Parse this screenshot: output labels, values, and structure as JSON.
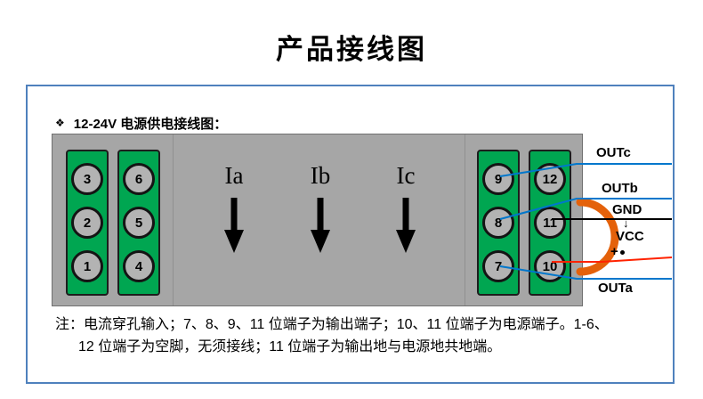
{
  "page": {
    "title": "产品接线图"
  },
  "panel": {
    "bullet": "❖",
    "subtitle": "12-24V 电源供电接线图："
  },
  "diagram": {
    "phases": [
      "Ia",
      "Ib",
      "Ic"
    ],
    "blocks": [
      {
        "pins": [
          "3",
          "2",
          "1"
        ]
      },
      {
        "pins": [
          "6",
          "5",
          "4"
        ]
      },
      {
        "pins": [
          "9",
          "8",
          "7"
        ]
      },
      {
        "pins": [
          "12",
          "11",
          "10"
        ]
      }
    ],
    "wire_labels": {
      "outc": "OUTc",
      "outb": "OUTb",
      "gnd": "GND",
      "polarity_arrow": "↓",
      "vcc": "VCC",
      "plus": "+",
      "outa": "OUTa"
    },
    "colors": {
      "panel_border": "#4f81bd",
      "module_gray": "#a6a6a6",
      "terminal_green": "#00a651",
      "pin_fill": "#b3b3b3",
      "wire_blue": "#0077cc",
      "wire_black": "#000000",
      "wire_red": "#ff2200",
      "loop_orange": "#e4610a"
    }
  },
  "note": {
    "line1": "注：电流穿孔输入；7、8、9、11 位端子为输出端子；10、11 位端子为电源端子。1-6、",
    "line2": "12 位端子为空脚，无须接线；11 位端子为输出地与电源地共地端。"
  }
}
